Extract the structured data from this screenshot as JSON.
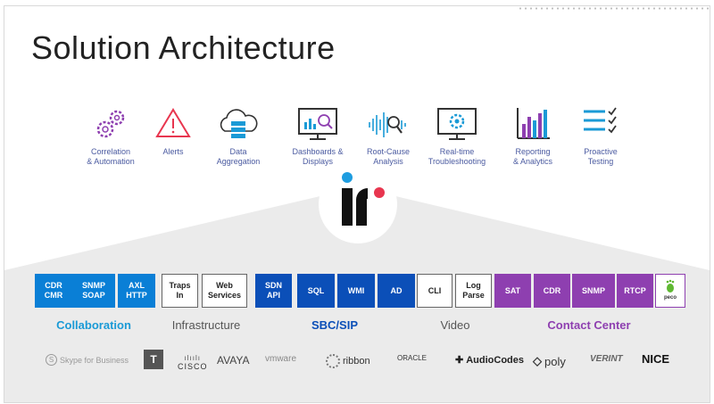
{
  "title": "Solution Architecture",
  "features": [
    {
      "label": "Correlation\n& Automation",
      "icon": "gears-icon"
    },
    {
      "label": "Alerts",
      "icon": "warning-icon"
    },
    {
      "label": "Data\nAggregation",
      "icon": "cloud-database-icon"
    },
    {
      "label": "Dashboards &\nDisplays",
      "icon": "monitor-chart-icon"
    },
    {
      "label": "Root-Cause\nAnalysis",
      "icon": "waveform-search-icon"
    },
    {
      "label": "Real-time\nTroubleshooting",
      "icon": "monitor-gear-icon"
    },
    {
      "label": "Reporting\n& Analytics",
      "icon": "bar-chart-icon"
    },
    {
      "label": "Proactive\nTesting",
      "icon": "checklist-icon"
    }
  ],
  "boxes": [
    {
      "label": "CDR\nCMR",
      "style": "blue"
    },
    {
      "label": "SNMP\nSOAP",
      "style": "blue"
    },
    {
      "label": "AXL\nHTTP",
      "style": "blue"
    },
    {
      "label": "Traps\nIn",
      "style": "plain"
    },
    {
      "label": "Web\nServices",
      "style": "plain"
    },
    {
      "label": "SDN\nAPI",
      "style": "navy"
    },
    {
      "label": "SQL",
      "style": "navy"
    },
    {
      "label": "WMI",
      "style": "navy"
    },
    {
      "label": "AD",
      "style": "navy"
    },
    {
      "label": "CLI",
      "style": "plain"
    },
    {
      "label": "Log\nParse",
      "style": "plain"
    },
    {
      "label": "SAT",
      "style": "purple"
    },
    {
      "label": "CDR",
      "style": "purple"
    },
    {
      "label": "SNMP",
      "style": "purple"
    },
    {
      "label": "RTCP",
      "style": "purple"
    },
    {
      "label": "peco",
      "style": "plain"
    }
  ],
  "categories": [
    {
      "label": "Collaboration",
      "color": "#1a9ad6"
    },
    {
      "label": "Infrastructure",
      "color": "#555555"
    },
    {
      "label": "SBC/SIP",
      "color": "#0b4fb8"
    },
    {
      "label": "Video",
      "color": "#555555"
    },
    {
      "label": "Contact Center",
      "color": "#8e3fb0"
    }
  ],
  "vendors": [
    {
      "label": "Skype for Business",
      "icon": "skype-icon"
    },
    {
      "label": "",
      "icon": "teams-icon"
    },
    {
      "label": "CISCO",
      "icon": "cisco-icon"
    },
    {
      "label": "AVAYA",
      "icon": ""
    },
    {
      "label": "vmware",
      "icon": ""
    },
    {
      "label": "ribbon",
      "icon": "ribbon-icon"
    },
    {
      "label": "ORACLE",
      "icon": ""
    },
    {
      "label": "AudioCodes",
      "icon": "audiocodes-icon"
    },
    {
      "label": "poly",
      "icon": "poly-icon"
    },
    {
      "label": "VERINT",
      "icon": ""
    },
    {
      "label": "NICE",
      "icon": ""
    }
  ],
  "colors": {
    "accent_blue": "#1a9ad6",
    "navy": "#0b4fb8",
    "purple": "#8e3fb0",
    "logo_blue": "#1e9de0",
    "logo_red": "#e8364f"
  }
}
